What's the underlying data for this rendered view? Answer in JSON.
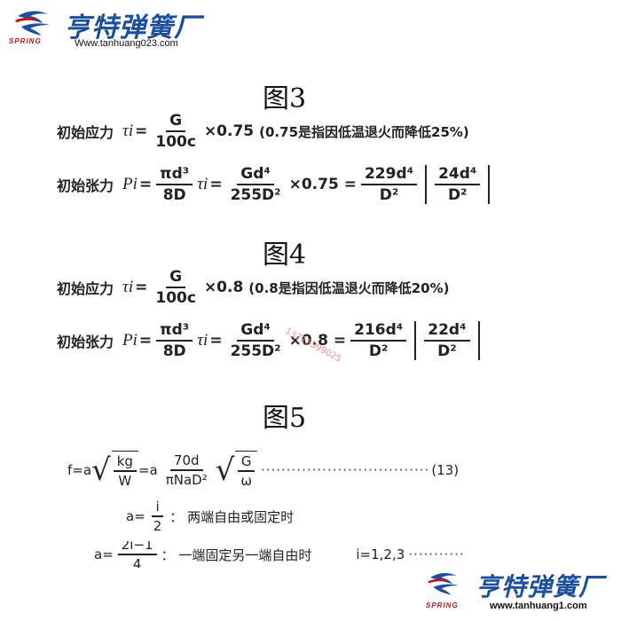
{
  "header": {
    "brand_name": "亨特弹簧厂",
    "url": "Www.tanhuang023.com",
    "spring_word": "SPRING"
  },
  "footer": {
    "brand_name": "亨特弹簧厂",
    "url": "www.tanhuang1.com",
    "spring_word": "SPRING"
  },
  "figures": {
    "fig3_title": "图3",
    "fig4_title": "图4",
    "fig5_title": "图5"
  },
  "fig3": {
    "stress": {
      "label": "初始应力",
      "sym": "τi",
      "eq": "=",
      "num": "G",
      "den": "100c",
      "mult": "×0.75",
      "note": "(0.75是指因低温退火而降低25%)"
    },
    "tension": {
      "label": "初始张力",
      "sym": "Pi",
      "eq": "=",
      "num1": "πd³",
      "den1": "8D",
      "sym2": "τi",
      "eq2": "=",
      "num2": "Gd⁴",
      "den2": "255D²",
      "mult": "×0.75 =",
      "num3": "229d⁴",
      "den3": "D²",
      "num4": "24d⁴",
      "den4": "D²"
    }
  },
  "fig4": {
    "stress": {
      "label": "初始应力",
      "sym": "τi",
      "eq": "=",
      "num": "G",
      "den": "100c",
      "mult": "×0.8",
      "note": "(0.8是指因低温退火而降低20%)"
    },
    "tension": {
      "label": "初始张力",
      "sym": "Pi",
      "eq": "=",
      "num1": "πd³",
      "den1": "8D",
      "sym2": "τi",
      "eq2": "=",
      "num2": "Gd⁴",
      "den2": "255D²",
      "mult": "×0.8 =",
      "num3": "216d⁴",
      "den3": "D²",
      "num4": "22d⁴",
      "den4": "D²"
    }
  },
  "watermark": "13713399025",
  "fig5": {
    "f_lhs": "f=a",
    "f_sqrt_num": "kg",
    "f_sqrt_den": "W",
    "f_mid": "=a",
    "f_num2": "70d",
    "f_den2": "πNaD²",
    "f_sqrt2_num": "G",
    "f_sqrt2_den": "ω",
    "f_dots": "·································",
    "f_eqnum": "(13)",
    "a1_lhs": "a=",
    "a1_num": "i",
    "a1_den": "2",
    "a1_note": "：  两端自由或固定时",
    "a2_lhs": "a=",
    "a2_num": "2i−1",
    "a2_den": "4",
    "a2_note": "：  一端固定另一端自由时",
    "i_vals": "i=1,2,3",
    "i_dots": "···········"
  }
}
